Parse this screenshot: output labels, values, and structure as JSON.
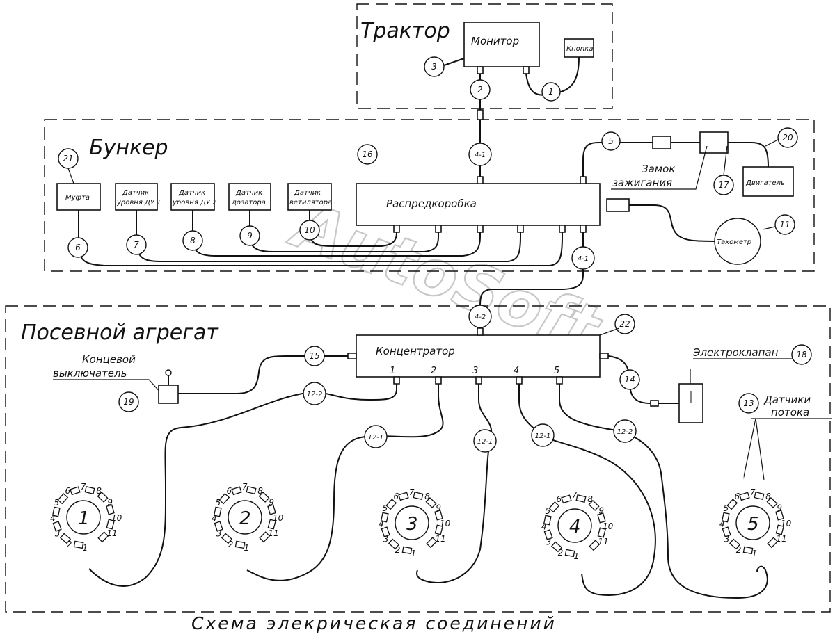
{
  "diagram_title": "Схема элекрическая соединений",
  "watermark": "AutoSoft",
  "zones": {
    "tractor": "Трактор",
    "bunker": "Бункер",
    "seeding": "Посевной агрегат"
  },
  "components": {
    "monitor": "Монитор",
    "button": "Кнопка",
    "clutch": "Муфта",
    "sensor_du1": [
      "Датчик",
      "уровня ДУ 1"
    ],
    "sensor_du2": [
      "Датчик",
      "уровня ДУ 2"
    ],
    "sensor_doser": [
      "Датчик",
      "дозатора"
    ],
    "sensor_fan": [
      "Датчик",
      "ветилятора"
    ],
    "junction_box": "Распредкоробка",
    "ignition_lock": [
      "Замок",
      "зажигания"
    ],
    "engine": "Двигатель",
    "tachometer": "Тахометр",
    "concentrator": "Концентратор",
    "limit_switch": [
      "Концевой",
      "выключатель"
    ],
    "solenoid_valve": "Электроклапан",
    "flow_sensors": [
      "Датчики",
      "потока"
    ]
  },
  "concentrator_ports": [
    "1",
    "2",
    "3",
    "4",
    "5"
  ],
  "ref_numbers": {
    "n1": "1",
    "n2": "2",
    "n3": "3",
    "n4_1a": "4-1",
    "n4_1b": "4-1",
    "n4_2": "4-2",
    "n5": "5",
    "n6": "6",
    "n7": "7",
    "n8": "8",
    "n9": "9",
    "n10": "10",
    "n11": "11",
    "n12_2a": "12-2",
    "n12_1a": "12-1",
    "n12_1b": "12-1",
    "n12_1c": "12-1",
    "n12_2b": "12-2",
    "n13": "13",
    "n14": "14",
    "n15": "15",
    "n16": "16",
    "n17": "17",
    "n18": "18",
    "n19": "19",
    "n20": "20",
    "n21": "21",
    "n22": "22"
  },
  "sections": [
    "1",
    "2",
    "3",
    "4",
    "5"
  ],
  "tube_labels": [
    "1",
    "2",
    "3",
    "4",
    "5",
    "6",
    "7",
    "8",
    "9",
    "10",
    "11"
  ]
}
